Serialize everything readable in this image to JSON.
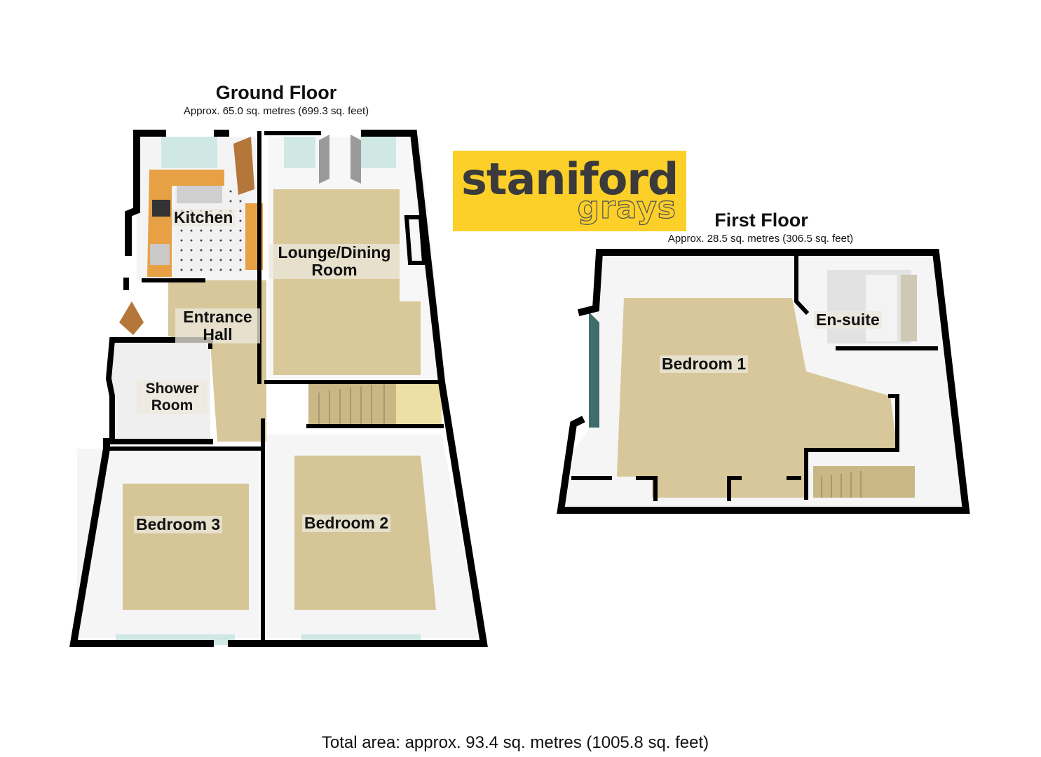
{
  "ground_floor": {
    "title": "Ground Floor",
    "area": "Approx. 65.0 sq. metres (699.3 sq. feet)",
    "rooms": {
      "kitchen": "Kitchen",
      "lounge_line1": "Lounge/Dining",
      "lounge_line2": "Room",
      "hall_line1": "Entrance",
      "hall_line2": "Hall",
      "shower_line1": "Shower",
      "shower_line2": "Room",
      "bedroom3": "Bedroom 3",
      "bedroom2": "Bedroom 2"
    }
  },
  "first_floor": {
    "title": "First Floor",
    "area": "Approx. 28.5 sq. metres (306.5 sq. feet)",
    "rooms": {
      "bedroom1": "Bedroom 1",
      "ensuite": "En-suite"
    }
  },
  "logo": {
    "main": "staniford",
    "sub": "grays",
    "color": "#fcd028"
  },
  "total_area": "Total area: approx. 93.4 sq. metres (1005.8 sq. feet)",
  "colors": {
    "wall": "#000000",
    "carpet": "#d9c89a",
    "inner_wall": "#f2f2f2",
    "window": "#cfe8e4",
    "worktop": "#e8a045",
    "door_wood": "#b5763a"
  }
}
